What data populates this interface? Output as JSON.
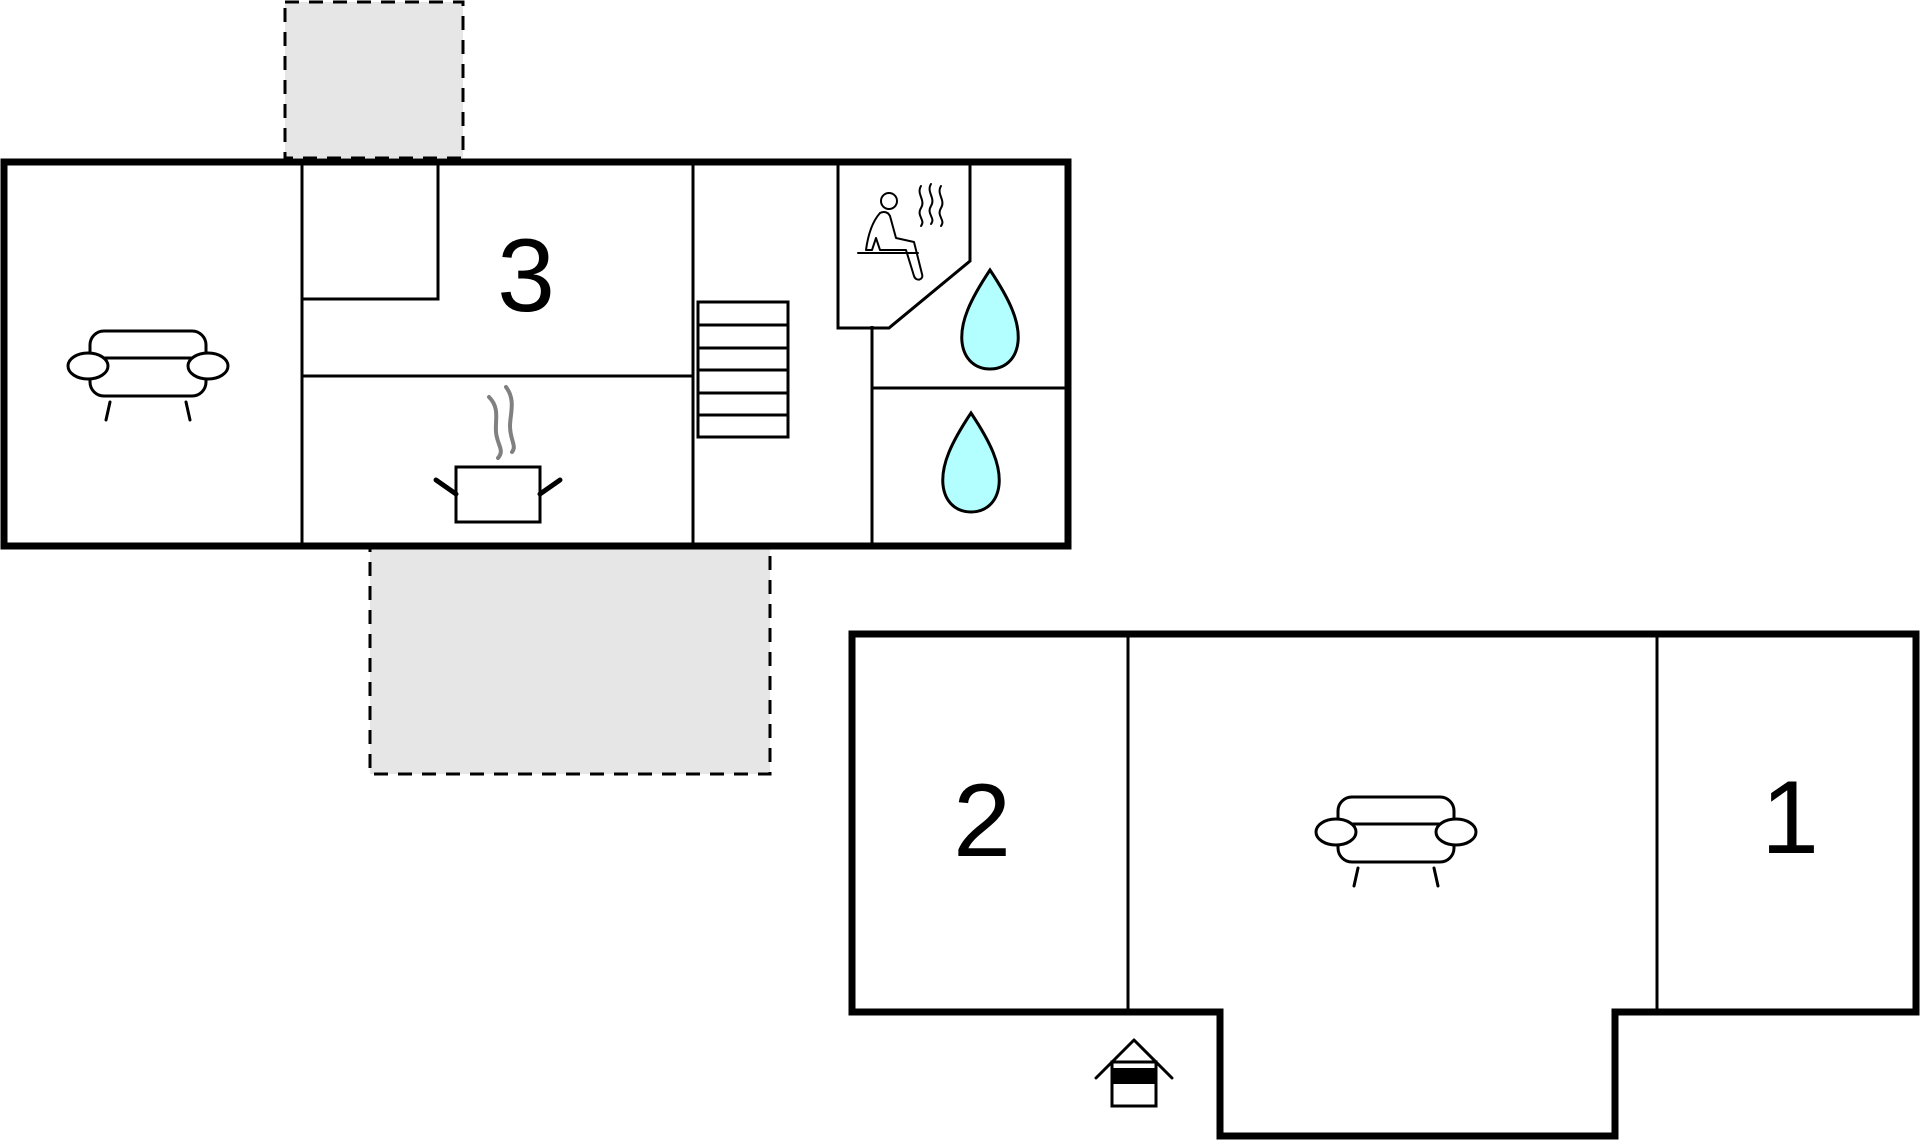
{
  "colors": {
    "wall": "#000000",
    "terrace": "#e6e6e6",
    "water": "#b3ffff",
    "steam": "#808080",
    "background": "#ffffff"
  },
  "rooms": {
    "bedroom_3": {
      "label": "3"
    },
    "bedroom_2": {
      "label": "2"
    },
    "bedroom_1": {
      "label": "1"
    }
  },
  "icons": [
    "sofa-icon",
    "cooking-pot-icon",
    "staircase-icon",
    "sauna-icon",
    "water-drop-icon",
    "entrance-icon"
  ]
}
